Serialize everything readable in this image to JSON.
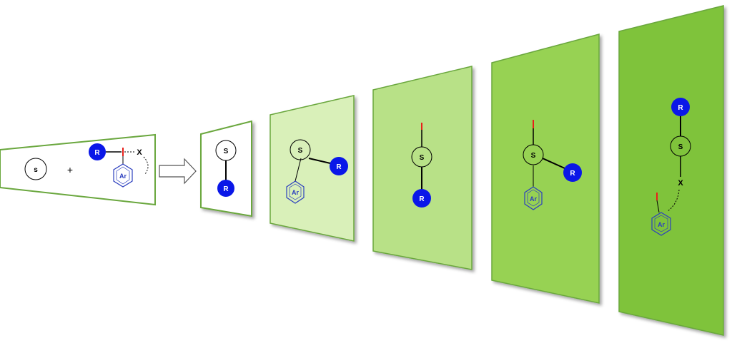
{
  "labels": {
    "substrate": "s",
    "plus": "+",
    "R": "R",
    "Ar": "Ar",
    "X": "X",
    "S": "S"
  },
  "colors": {
    "r_fill": "#0a17e8",
    "bond_red": "#e8201a",
    "aryl_blue": "#2c3fbf",
    "panel_border": "#6aa73e",
    "panel_shades": [
      "#ffffff",
      "#ffffff",
      "#d9f0b9",
      "#b8e187",
      "#97d252",
      "#7fc33a"
    ]
  },
  "icons": [
    "hollow-arrow-icon"
  ]
}
